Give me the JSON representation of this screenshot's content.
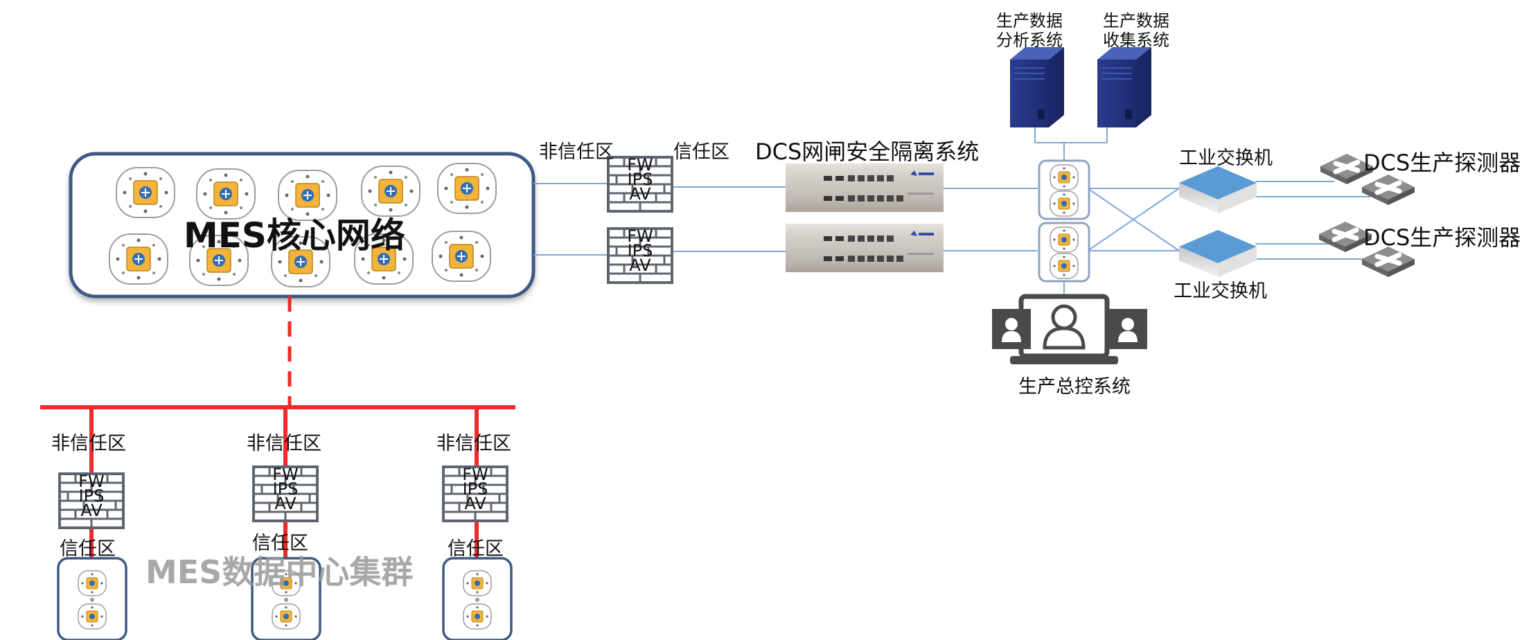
{
  "core": {
    "title": "MES核心网络"
  },
  "zones": {
    "untrusted": "非信任区",
    "trusted": "信任区"
  },
  "firewall": {
    "line1": "FW",
    "line2": "IPS",
    "line3": "AV"
  },
  "gateway": {
    "title": "DCS网闸安全隔离系统"
  },
  "servers": {
    "analysis_line1": "生产数据",
    "analysis_line2": "分析系统",
    "collection_line1": "生产数据",
    "collection_line2": "收集系统"
  },
  "switches": {
    "top": "工业交换机",
    "bottom": "工业交换机"
  },
  "detectors": {
    "top": "DCS生产探测器",
    "bottom": "DCS生产探测器"
  },
  "control": {
    "label": "生产总控系统"
  },
  "cluster": {
    "label": "MES数据中心集群"
  },
  "colors": {
    "frame": "#3d5a85",
    "link": "#7ea8d8",
    "bus": "#ee2a2a",
    "node_orange": "#f2b43a",
    "node_blue": "#2f6db5",
    "server": "#283b8c",
    "switch": "#5b9bd5"
  }
}
